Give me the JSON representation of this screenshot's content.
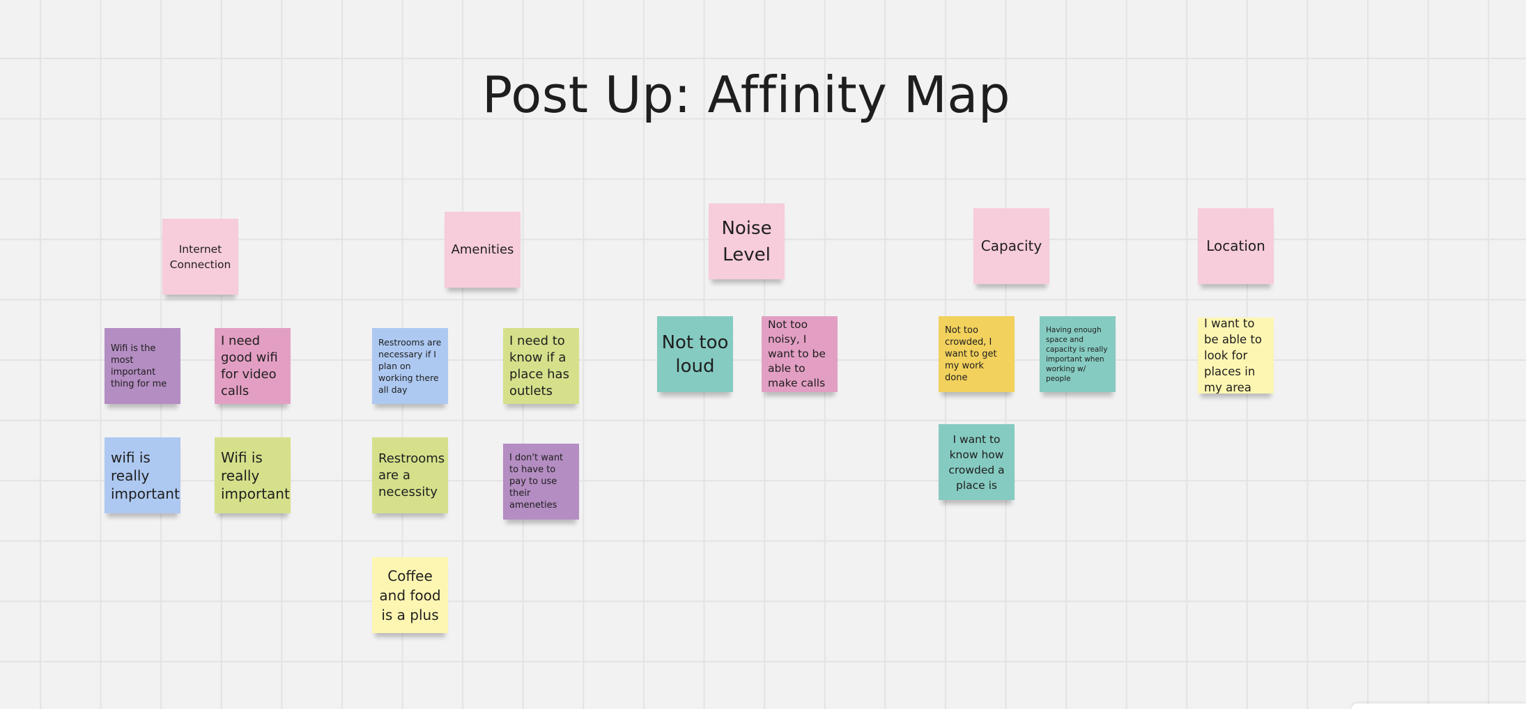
{
  "board": {
    "title": "Post Up: Affinity Map"
  },
  "headers": {
    "internet": "Internet\nConnection",
    "amenities": "Amenities",
    "noise": "Noise\nLevel",
    "capacity": "Capacity",
    "location": "Location"
  },
  "notes": {
    "internet_1": "Wifi is the most important thing for me",
    "internet_2": "I need good wifi for video calls",
    "internet_3": "wifi is really important",
    "internet_4": "Wifi is really important",
    "amenities_1": "Restrooms are necessary if I plan on working there all day",
    "amenities_2": "I need to know if a place has outlets",
    "amenities_3": "Restrooms are a necessity",
    "amenities_4": "I don't want to have to pay to use their ameneties",
    "amenities_5": "Coffee\nand food\nis a plus",
    "noise_1": "Not too\nloud",
    "noise_2": "Not too noisy, I want to be able to make calls",
    "capacity_1": "Not too crowded, I want to get my work done",
    "capacity_2": "Having enough space and capacity is really important when working w/ people",
    "capacity_3": "I want to know how crowded a place is",
    "location_1": "I want to be able to look for places in my area"
  },
  "colors": {
    "background": "#f2f2f2",
    "grid": "#e3e3e3",
    "header_pink": "#f7ccdb",
    "magenta": "#e39fc3",
    "violet": "#b48dc2",
    "blue": "#aec9f1",
    "lime": "#d6e08b",
    "teal": "#86cbc1",
    "orange": "#f2d15d",
    "yellow": "#fdf6b2"
  }
}
